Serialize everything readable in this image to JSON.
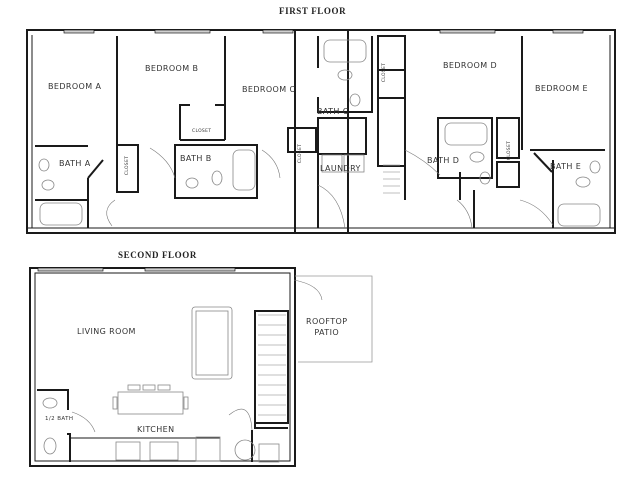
{
  "first_floor": {
    "title": "FIRST FLOOR",
    "rooms": {
      "bedroom_a": "BEDROOM A",
      "bedroom_b": "BEDROOM B",
      "bedroom_c": "BEDROOM C",
      "bedroom_d": "BEDROOM D",
      "bedroom_e": "BEDROOM E",
      "bath_a": "BATH A",
      "bath_b": "BATH B",
      "bath_c": "BATH C",
      "bath_d": "BATH D",
      "bath_e": "BATH E",
      "laundry": "LAUNDRY",
      "closet": "CLOSET"
    }
  },
  "second_floor": {
    "title": "SECOND FLOOR",
    "rooms": {
      "living_room": "LIVING ROOM",
      "kitchen": "KITCHEN",
      "half_bath": "1/2 BATH",
      "rooftop_patio_line1": "ROOFTOP",
      "rooftop_patio_line2": "PATIO"
    }
  },
  "colors": {
    "wall": "#1a1a1a",
    "fixture": "#888888",
    "window": "#cccccc",
    "background": "#ffffff"
  }
}
